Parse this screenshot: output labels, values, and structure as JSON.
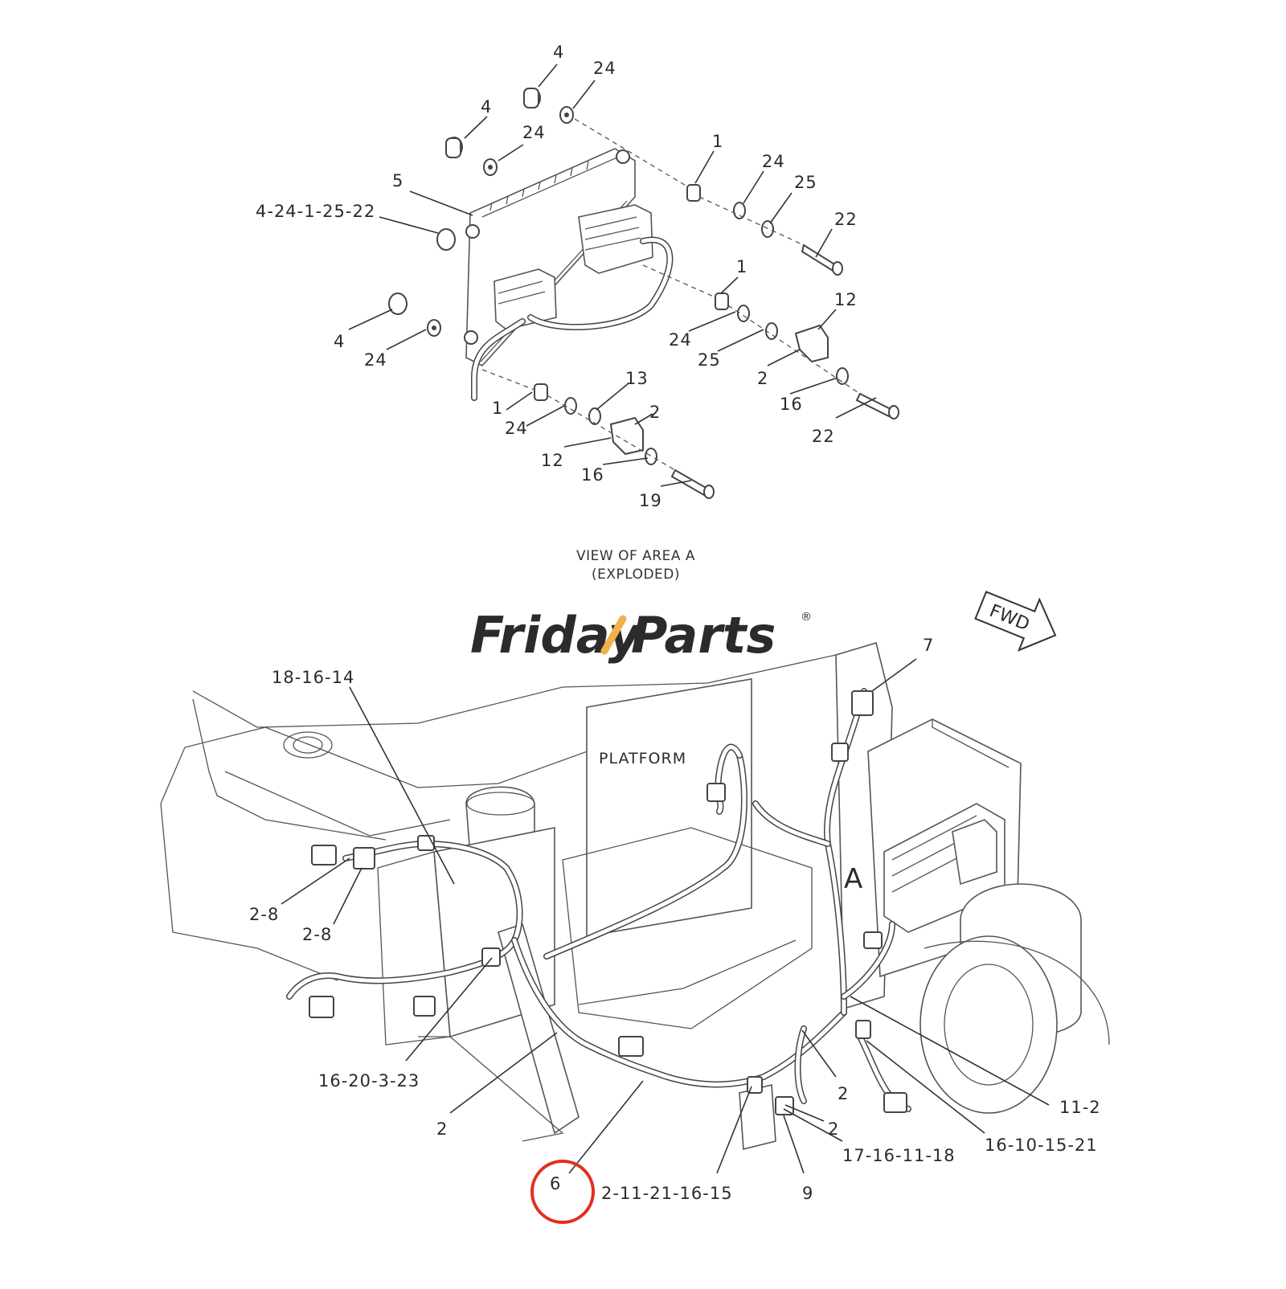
{
  "diagram": {
    "exploded_caption_line1": "VIEW OF AREA A",
    "exploded_caption_line2": "(EXPLODED)",
    "platform_label": "PLATFORM",
    "area_label": "A",
    "fwd_label": "FWD",
    "watermark": {
      "part1": "Friday",
      "part2": "Parts",
      "reg": "®",
      "color1": "#7aa3d1",
      "color2": "#f0b24a"
    },
    "highlight_color": "#e0301e",
    "highlighted_callout": "6",
    "callouts_top": [
      "4",
      "24",
      "4",
      "24",
      "1",
      "24",
      "25",
      "22",
      "5",
      "4-24-1-25-22",
      "1",
      "12",
      "24",
      "25",
      "2",
      "16",
      "22",
      "4",
      "24",
      "13",
      "2",
      "1",
      "24",
      "12",
      "16",
      "19"
    ],
    "callouts_bottom": [
      "7",
      "18-16-14",
      "2-8",
      "2-8",
      "16-20-3-23",
      "2",
      "6",
      "2-11-21-16-15",
      "2",
      "2",
      "9",
      "17-16-11-18",
      "11-2",
      "16-10-15-21"
    ]
  }
}
